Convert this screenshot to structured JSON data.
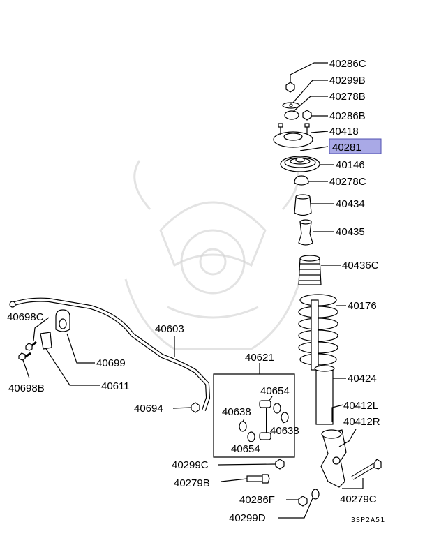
{
  "diagram": {
    "code": "3SP2A51",
    "highlight_color": "#a9a9e6",
    "highlighted_part": "40281",
    "labels": {
      "p40286c": "40286C",
      "p40299b": "40299B",
      "p40278b": "40278B",
      "p40286b": "40286B",
      "p40418": "40418",
      "p40281": "40281",
      "p40146": "40146",
      "p40278c": "40278C",
      "p40434": "40434",
      "p40435": "40435",
      "p40436c": "40436C",
      "p40176": "40176",
      "p40424": "40424",
      "p40412l": "40412L",
      "p40412r": "40412R",
      "p40279c": "40279C",
      "p40286f": "40286F",
      "p40299d": "40299D",
      "p40279b": "40279B",
      "p40299c": "40299C",
      "p40621": "40621",
      "p40654a": "40654",
      "p40654b": "40654",
      "p40638a": "40638",
      "p40638b": "40638",
      "p40694": "40694",
      "p40603": "40603",
      "p40698c": "40698C",
      "p40698b": "40698B",
      "p40699": "40699",
      "p40611": "40611"
    }
  }
}
